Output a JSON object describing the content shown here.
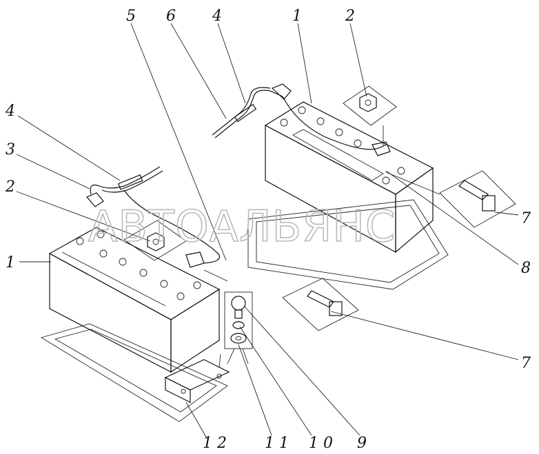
{
  "watermark": "АВТОАЛЬЯНС",
  "callouts": [
    {
      "id": "c1",
      "text": "5"
    },
    {
      "id": "c2",
      "text": "6"
    },
    {
      "id": "c3",
      "text": "4"
    },
    {
      "id": "c4",
      "text": "1"
    },
    {
      "id": "c5",
      "text": "2"
    },
    {
      "id": "c6",
      "text": "4"
    },
    {
      "id": "c7",
      "text": "3"
    },
    {
      "id": "c8",
      "text": "2"
    },
    {
      "id": "c9",
      "text": "1"
    },
    {
      "id": "c10",
      "text": "7"
    },
    {
      "id": "c11",
      "text": "8"
    },
    {
      "id": "c12",
      "text": "7"
    },
    {
      "id": "c13",
      "text": "1 2"
    },
    {
      "id": "c14",
      "text": "1 1"
    },
    {
      "id": "c15",
      "text": "1 0"
    },
    {
      "id": "c16",
      "text": "9"
    }
  ]
}
